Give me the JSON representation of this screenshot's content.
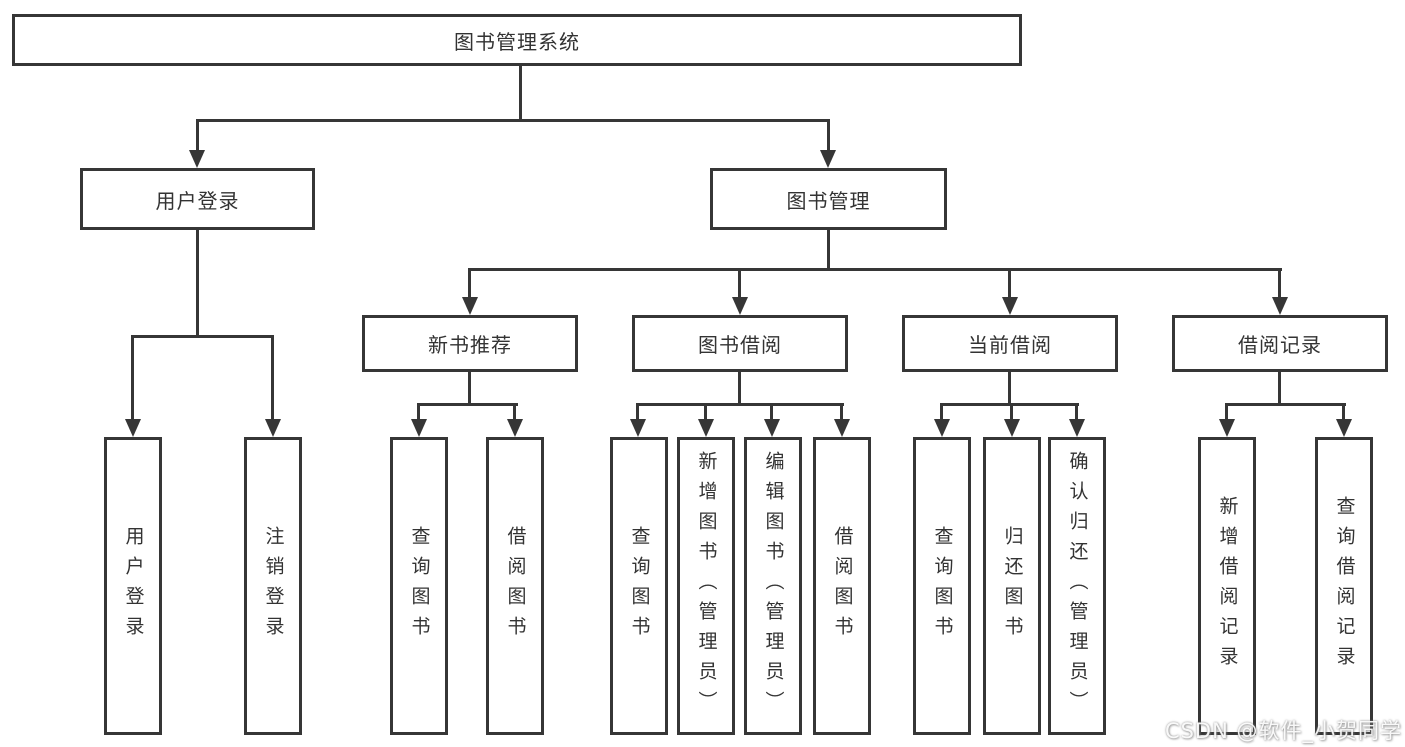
{
  "tree": {
    "label": "图书管理系统",
    "children": [
      {
        "label": "用户登录",
        "children": [
          {
            "label": "用户登录"
          },
          {
            "label": "注销登录"
          }
        ]
      },
      {
        "label": "图书管理",
        "children": [
          {
            "label": "新书推荐",
            "children": [
              {
                "label": "查询图书"
              },
              {
                "label": "借阅图书"
              }
            ]
          },
          {
            "label": "图书借阅",
            "children": [
              {
                "label": "查询图书"
              },
              {
                "label": "新增图书（管理员）"
              },
              {
                "label": "编辑图书（管理员）"
              },
              {
                "label": "借阅图书"
              }
            ]
          },
          {
            "label": "当前借阅",
            "children": [
              {
                "label": "查询图书"
              },
              {
                "label": "归还图书"
              },
              {
                "label": "确认归还（管理员）"
              }
            ]
          },
          {
            "label": "借阅记录",
            "children": [
              {
                "label": "新增借阅记录"
              },
              {
                "label": "查询借阅记录"
              }
            ]
          }
        ]
      }
    ]
  },
  "watermark": {
    "text": "CSDN @软件_小贺同学"
  },
  "colors": {
    "line": "#363636",
    "box_border": "#363636",
    "text": "#333333",
    "background": "#ffffff",
    "watermark_fill": "#ffffff",
    "watermark_outline": "#7d7d7d"
  }
}
